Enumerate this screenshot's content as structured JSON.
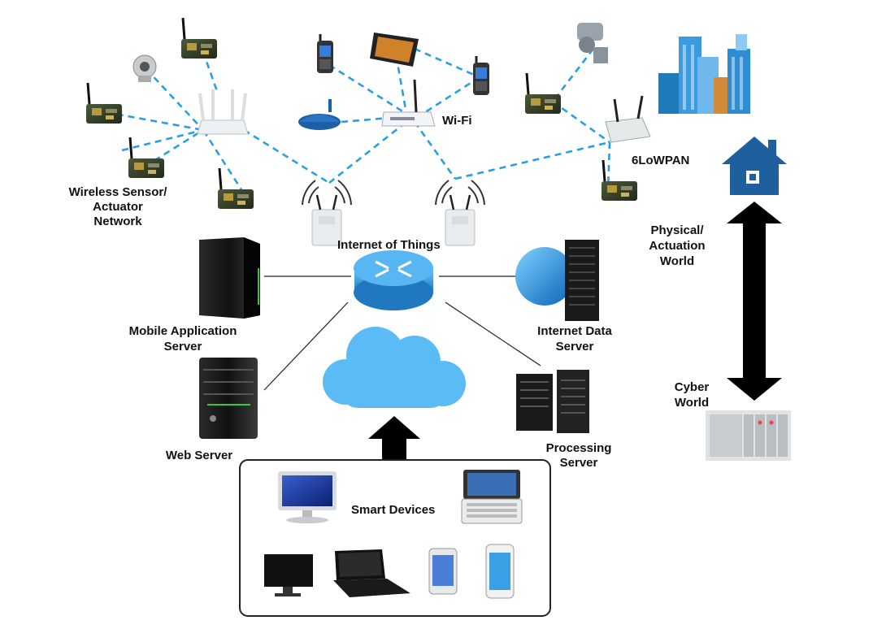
{
  "labels": {
    "wsn_line1": "Wireless Sensor/",
    "wsn_line2": "Actuator",
    "wsn_line3": "Network",
    "wifi": "Wi-Fi",
    "lowpan": "6LoWPAN",
    "iot": "Internet of Things",
    "physical_line1": "Physical/",
    "physical_line2": "Actuation",
    "physical_line3": "World",
    "cyber_line1": "Cyber",
    "cyber_line2": "World",
    "mobile_line1": "Mobile Application",
    "mobile_line2": "Server",
    "internet_data_line1": "Internet Data",
    "internet_data_line2": "Server",
    "web_server": "Web Server",
    "processing_line1": "Processing",
    "processing_line2": "Server",
    "smart_devices": "Smart Devices"
  },
  "colors": {
    "wireless_link": "#2a9fe0",
    "cloud": "#5bbcf5",
    "router": "#2a8fd0",
    "house": "#1e5f9e",
    "arrow": "#000000"
  },
  "icons": [
    "sensor-node-icon",
    "ip-camera-icon",
    "wireless-router-icon",
    "mobile-phone-icon",
    "tablet-icon",
    "modem-icon",
    "access-point-icon",
    "security-camera-icon",
    "gateway-icon",
    "city-buildings-icon",
    "house-icon",
    "server-tower-icon",
    "core-router-icon",
    "cloud-icon",
    "server-rack-icon",
    "plc-controller-icon",
    "monitor-icon",
    "netbook-icon",
    "laptop-icon",
    "smartphone-icon"
  ]
}
